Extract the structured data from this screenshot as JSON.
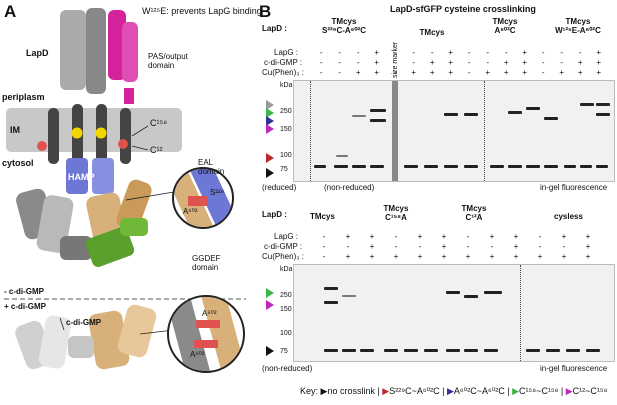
{
  "panelA": {
    "letter": "A",
    "mutation_note": "W¹²⁵E: prevents LapG binding",
    "lapd": "LapD",
    "pas": "PAS/output\ndomain",
    "periplasm": "periplasm",
    "im": "IM",
    "c158": "C¹⁵⁸",
    "c12": "C¹²",
    "cytosol": "cytosol",
    "hamp": "HAMP",
    "eal": "EAL\ndomain",
    "a602": "A⁶⁰²",
    "s229": "S²²⁹",
    "ggdef": "GGDEF\ndomain",
    "minus_cdg": "- c-di-GMP",
    "plus_cdg": "+ c-di-GMP",
    "cdg": "c-di-GMP",
    "a602_top": "A⁶⁰²",
    "a602_bottom": "A⁶⁰²"
  },
  "panelB": {
    "letter": "B",
    "title": "LapD-sfGFP cysteine crosslinking",
    "lapd_label": "LapD :",
    "size_marker": "size marker",
    "kda": "kDa",
    "rows": [
      "LapG :",
      "c-di-GMP :",
      "Cu(Phen)₃ :"
    ],
    "top_groups": [
      "TMcys\nS²²⁹C-A⁶⁰²C",
      "TMcys",
      "TMcys\nA⁶⁰²C",
      "TMcys\nW¹²⁵E-A⁶⁰²C"
    ],
    "bottom_groups": [
      "TMcys",
      "TMcys\nC¹⁵⁸A",
      "TMcys\nC¹²A",
      "cysless"
    ],
    "top_ladder": [
      "250",
      "150",
      "100",
      "75"
    ],
    "bottom_ladder": [
      "250",
      "150",
      "100",
      "75"
    ],
    "reduced": "(reduced)",
    "non_reduced": "(non-reduced)",
    "fluor": "in-gel fluorescence",
    "top_lapg": [
      "-",
      "-",
      "-",
      "+",
      "-",
      "-",
      "-",
      "+",
      "-",
      "-",
      "-",
      "+",
      "-",
      "-",
      "-",
      "+"
    ],
    "top_cdg": [
      "-",
      "-",
      "-",
      "+",
      "-",
      "-",
      "+",
      "+",
      "-",
      "-",
      "+",
      "+",
      "-",
      "-",
      "+",
      "+"
    ],
    "top_cu": [
      "-",
      "-",
      "+",
      "+",
      "-",
      "+",
      "+",
      "+",
      "-",
      "+",
      "+",
      "+",
      "-",
      "+",
      "+",
      "+"
    ],
    "bottom_lapg": [
      "-",
      "+",
      "+",
      "-",
      "+",
      "+",
      "-",
      "+",
      "+",
      "-",
      "+",
      "+"
    ],
    "bottom_cdg": [
      "-",
      "-",
      "+",
      "-",
      "-",
      "+",
      "-",
      "-",
      "+",
      "-",
      "-",
      "+"
    ],
    "bottom_cu": [
      "-",
      "+",
      "+",
      "+",
      "+",
      "+",
      "+",
      "+",
      "+",
      "+",
      "+",
      "+"
    ]
  },
  "key": {
    "prefix": "Key:",
    "items": [
      {
        "label": "no crosslink",
        "color": "#111111"
      },
      {
        "label": "S²²⁹C~A⁶⁰²C",
        "color": "#c0272d"
      },
      {
        "label": "A⁶⁰²C~A⁶⁰²C",
        "color": "#2e3192"
      },
      {
        "label": "C¹⁵⁸~C¹⁵⁸",
        "color": "#39b54a"
      },
      {
        "label": "C¹²~C¹⁵⁸",
        "color": "#c026c0"
      }
    ]
  },
  "colors": {
    "magenta": "#d4239b",
    "grey": "#9a9a9a",
    "blue": "#6d77d6",
    "tan": "#d8b07a",
    "green": "#5aa02c",
    "red": "#e0524f",
    "yellow": "#f2d600",
    "im_grey": "#c8c8c8"
  }
}
